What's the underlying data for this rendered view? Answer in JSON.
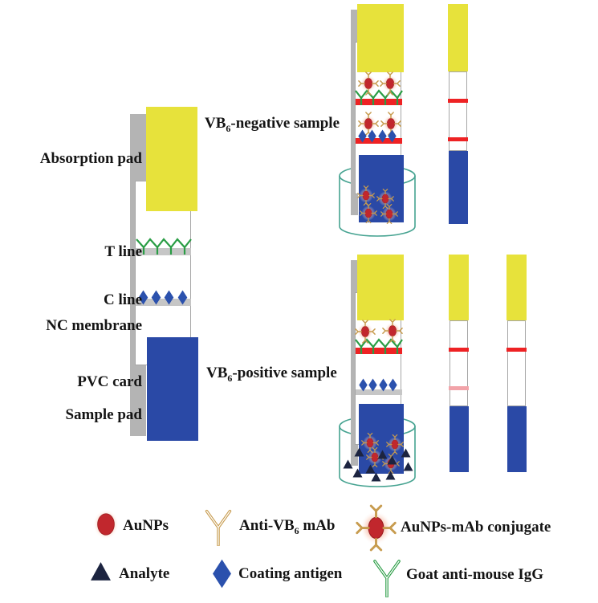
{
  "colors": {
    "absorb_pad": "#e7e23b",
    "sample_pad": "#2a49a6",
    "pvc_gray": "#b4b4b4",
    "line_gray": "#c6c6c6",
    "membrane_border": "#a6a6a6",
    "t_line_red": "#ee2224",
    "c_line_faint": "#f2a3a9",
    "gold": "#c79b4e",
    "green": "#2a9d45",
    "diamond_blue": "#2b51ad",
    "analyte_navy": "#1c2440",
    "aunp_red": "#c1272d",
    "beaker_teal": "#46a391",
    "text": "#141414"
  },
  "left_diagram": {
    "labels": {
      "absorption_pad": "Absorption pad",
      "t_line": "T line",
      "c_line": "C line",
      "nc_membrane": "NC membrane",
      "pvc_card": "PVC card",
      "sample_pad": "Sample pad"
    }
  },
  "sections": {
    "negative": {
      "label_prefix": "VB",
      "label_sub": "6",
      "label_suffix": "-negative sample"
    },
    "positive": {
      "label_prefix": "VB",
      "label_sub": "6",
      "label_suffix": "-positive sample"
    }
  },
  "legend": {
    "aunps": {
      "label": "AuNPs"
    },
    "anti_vb6_mab": {
      "label_prefix": "Anti-VB",
      "label_sub": "6",
      "label_suffix": " mAb"
    },
    "conjugate": {
      "label": "AuNPs-mAb conjugate"
    },
    "analyte": {
      "label": "Analyte"
    },
    "coating_antigen": {
      "label": "Coating antigen"
    },
    "goat_igg": {
      "label": "Goat anti-mouse IgG"
    }
  }
}
